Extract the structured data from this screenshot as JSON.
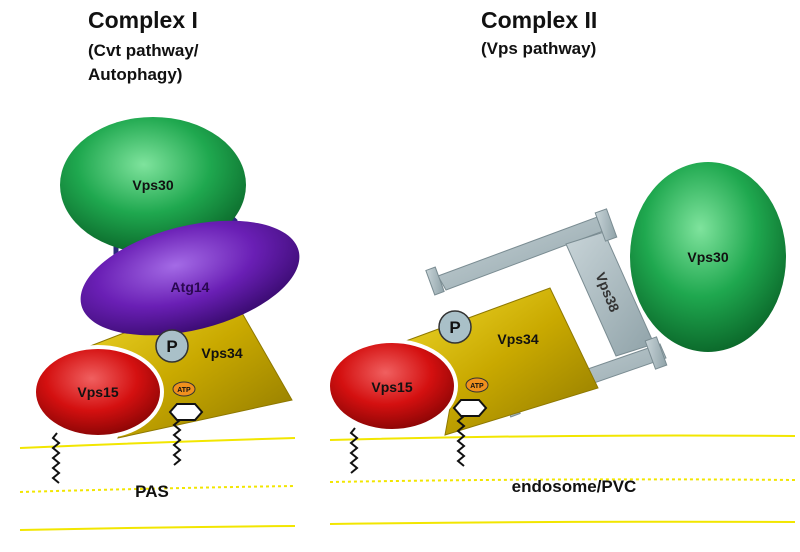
{
  "complex1": {
    "title": "Complex I",
    "subtitle_line1": "(Cvt pathway/",
    "subtitle_line2": "Autophagy)",
    "vps30": "Vps30",
    "atg14": "Atg14",
    "phospho": "P",
    "vps34": "Vps34",
    "vps15": "Vps15",
    "atp": "ATP",
    "location": "PAS"
  },
  "complex2": {
    "title": "Complex II",
    "subtitle_line1": "(Vps pathway)",
    "vps30": "Vps30",
    "vps38": "Vps38",
    "phospho": "P",
    "vps34": "Vps34",
    "vps15": "Vps15",
    "atp": "ATP",
    "location": "endosome/PVC"
  },
  "colors": {
    "vps30": "#1fa84f",
    "atg14": "#6a1fb5",
    "vps34": "#d4b500",
    "vps15": "#d41010",
    "vps38": "#a9b9bf",
    "phospho": "#a9c0c8",
    "atp": "#f0901e",
    "membrane": "#f2e600"
  }
}
